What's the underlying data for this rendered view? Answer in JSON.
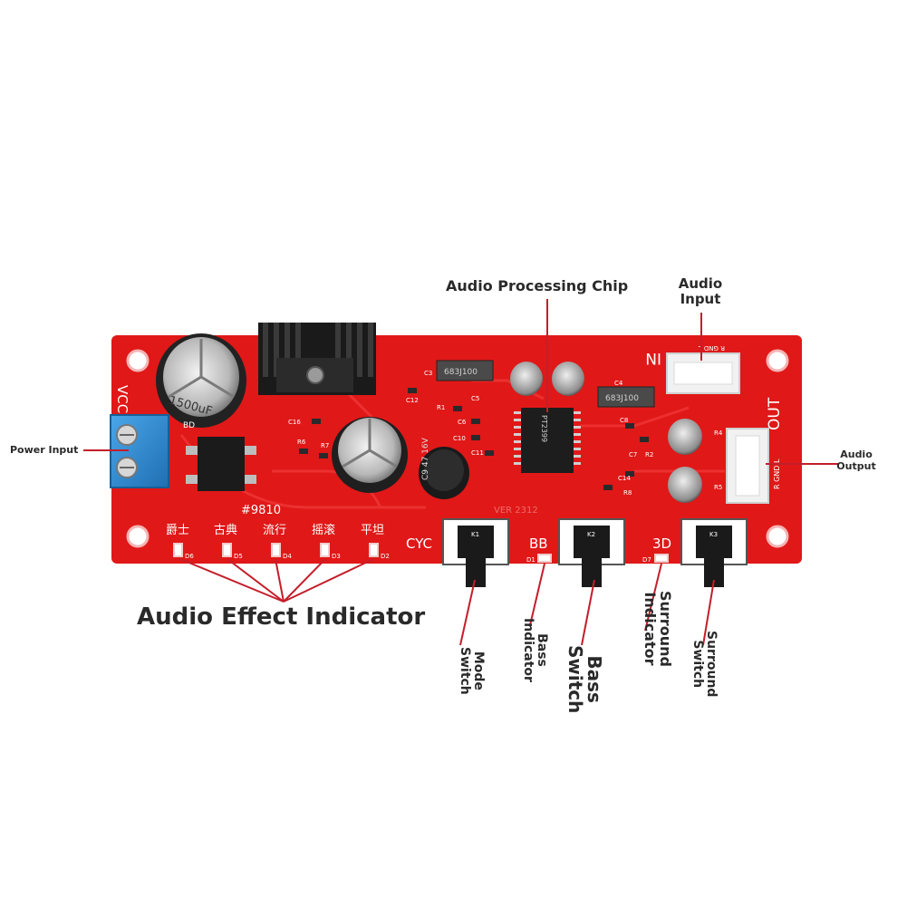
{
  "labels": {
    "audio_processing_chip": "Audio Processing Chip",
    "audio_input_line1": "Audio",
    "audio_input_line2": "Input",
    "power_input": "Power Input",
    "audio_output_line1": "Audio",
    "audio_output_line2": "Output",
    "audio_effect_indicator": "Audio Effect Indicator",
    "mode_switch_line1": "Mode",
    "mode_switch_line2": "Switch",
    "bass_indicator_line1": "Bass",
    "bass_indicator_line2": "Indicator",
    "bass_switch_line1": "Bass",
    "bass_switch_line2": "Switch",
    "surround_indicator_line1": "Surround",
    "surround_indicator_line2": "Indicator",
    "surround_switch_line1": "Surround",
    "surround_switch_line2": "Switch"
  },
  "silkscreen": {
    "vcc": "VCC",
    "cap_large": "1500uF",
    "bridge": "BD",
    "model": "#9810",
    "in": "IN",
    "out": "OUT",
    "in_pins": "R GND L",
    "out_pins": "R GND L",
    "cyc": "CYC",
    "bb": "BB",
    "three_d": "3D",
    "version": "VER 2312",
    "chip_marking": "PT2399",
    "film_cap_c3": "683J100",
    "film_cap_c4": "683J100",
    "cap_c9": "C9 47 16V",
    "effects": [
      "爵士",
      "古典",
      "流行",
      "摇滚",
      "平坦"
    ],
    "effect_leds": [
      "D6",
      "D5",
      "D4",
      "D3",
      "D2"
    ],
    "led_bass": "D1",
    "led_3d": "D7",
    "switch_k1": "K1",
    "switch_k2": "K2",
    "switch_k3": "K3",
    "refs": [
      "C3",
      "C4",
      "C5",
      "C6",
      "C7",
      "C8",
      "C10",
      "C11",
      "C12",
      "C14",
      "C16",
      "R1",
      "R2",
      "R4",
      "R5",
      "R6",
      "R7",
      "R8"
    ]
  },
  "colors": {
    "pcb_red": "#e01818",
    "pcb_red_dark": "#b50e0e",
    "annotation_line": "#c41e2a",
    "terminal_blue": "#2f8fd6"
  }
}
